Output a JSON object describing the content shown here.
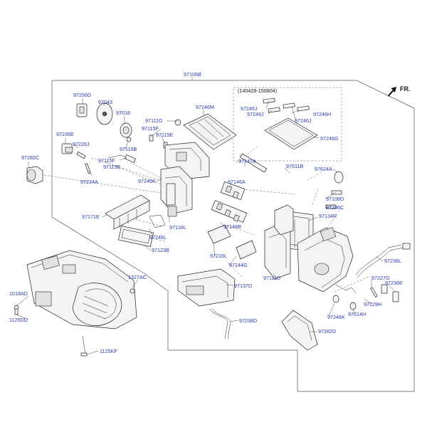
{
  "direction_label": "FR.",
  "assembly_label": "97105B",
  "date_range_label": "(140428-150804)",
  "labels": {
    "p97256D": "97256D",
    "p97043": "97043",
    "p97018": "97018",
    "p97111G": "97111G",
    "p97246M": "97246M",
    "p97246J_a": "97246J",
    "p97246J_b": "97246J",
    "p97246H": "97246H",
    "p97246J_c": "97246J",
    "p97246G": "97246G",
    "p97236E_a": "97236E",
    "p97228J": "97228J",
    "p97115F": "97115F",
    "p97115E_a": "97115E",
    "p97115B": "97115B",
    "p97282C": "97282C",
    "p97115F_b": "97115F",
    "p97115E_b": "97115E",
    "p97224A": "97224A",
    "p97147A": "97147A",
    "p97611B": "97611B",
    "p97624A": "97624A",
    "p97246K_a": "97246K",
    "p97146A": "97146A",
    "p97108D": "97108D",
    "p97206C": "97206C",
    "p97171E": "97171E",
    "p97134R": "97134R",
    "p97148B": "97148B",
    "p97134L": "97134L",
    "p97246L": "97246L",
    "p97123B": "97123B",
    "p97216L": "97216L",
    "p97144G": "97144G",
    "p97236L": "97236L",
    "p97111D": "97111D",
    "p97227G": "97227G",
    "p1327AC": "1327AC",
    "p97236E_b": "97236E",
    "p97137D": "97137D",
    "p1018AD": "1018AD",
    "p97229H": "97229H",
    "p97246K_b": "97246K",
    "p97614H": "97614H",
    "p1125DD": "1125DD",
    "p97238D": "97238D",
    "p97282D": "97282D",
    "p1125KF": "1125KF"
  },
  "colors": {
    "label": "#2b3cae",
    "line": "#222222"
  }
}
